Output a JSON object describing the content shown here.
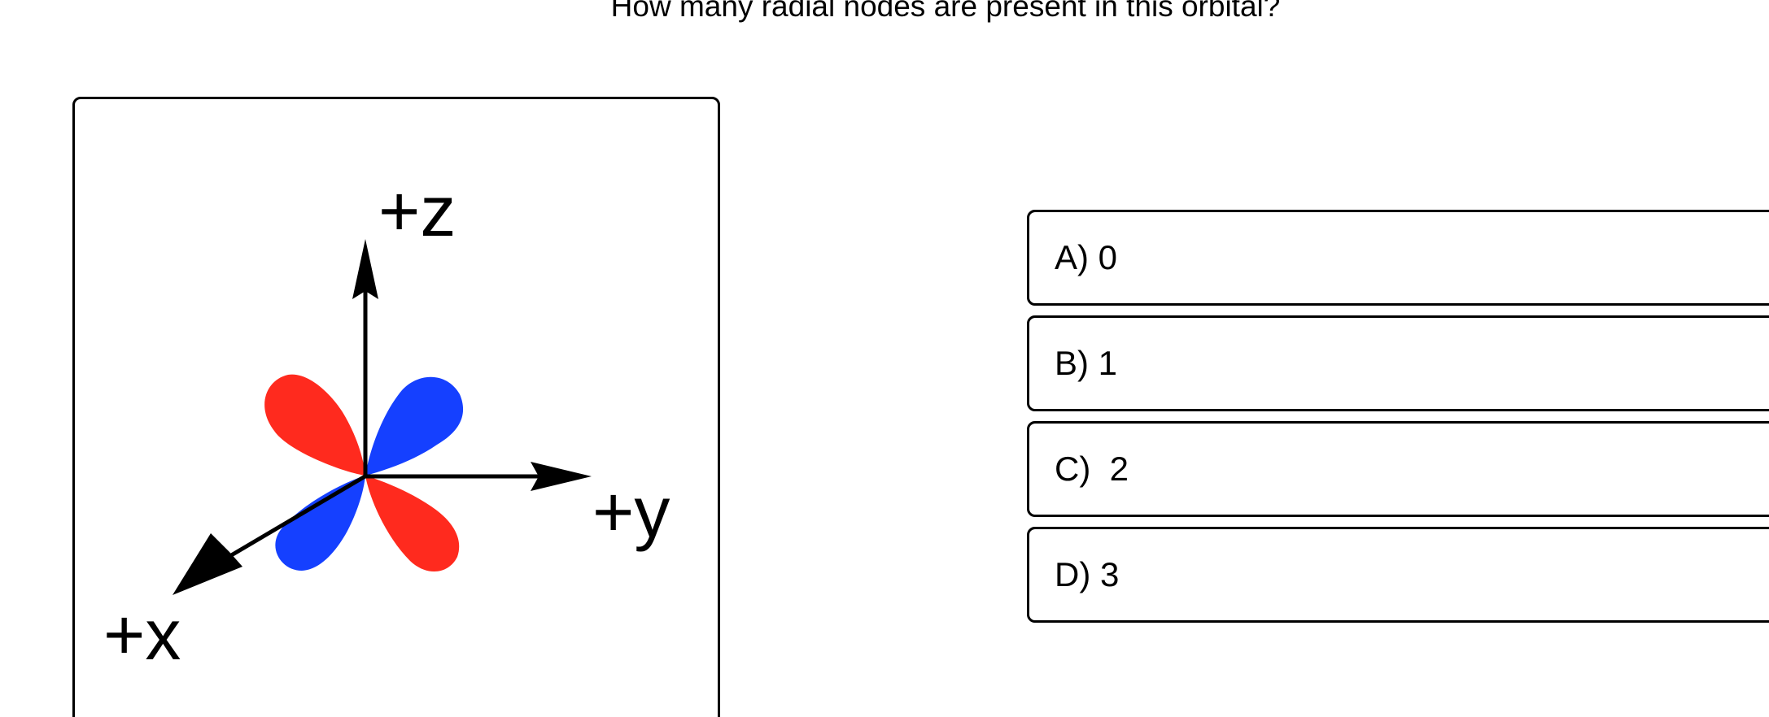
{
  "question": {
    "text": "How many radial nodes are present in this orbital?"
  },
  "figure": {
    "axes": {
      "z_label": "+z",
      "y_label": "+y",
      "x_label": "+x"
    },
    "colors": {
      "positive_lobe": "#1540FF",
      "negative_lobe": "#FF2A1E"
    }
  },
  "choices": [
    {
      "label": "A) 0"
    },
    {
      "label": "B) 1"
    },
    {
      "label": "C)  2"
    },
    {
      "label": "D) 3"
    }
  ]
}
